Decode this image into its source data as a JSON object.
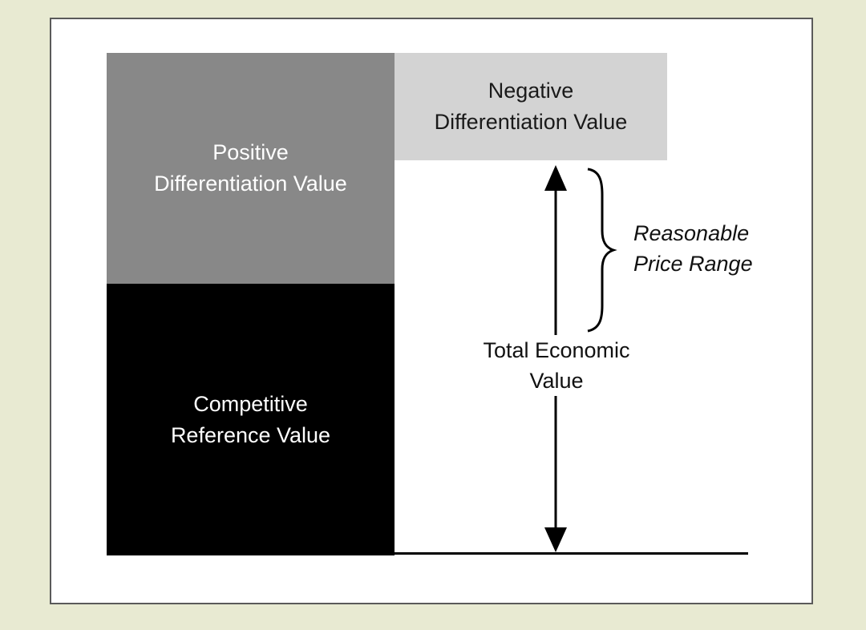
{
  "diagram": {
    "blocks": {
      "positive_differentiation": "Positive\nDifferentiation Value",
      "competitive_reference": "Competitive\nReference Value",
      "negative_differentiation": "Negative\nDifferentiation Value"
    },
    "total_economic_value_label": "Total Economic\nValue",
    "price_range_label": "Reasonable\nPrice Range"
  },
  "colors": {
    "background": "#e8ead2",
    "positive_block": "#888888",
    "competitive_block": "#000000",
    "negative_block": "#d3d3d3"
  }
}
